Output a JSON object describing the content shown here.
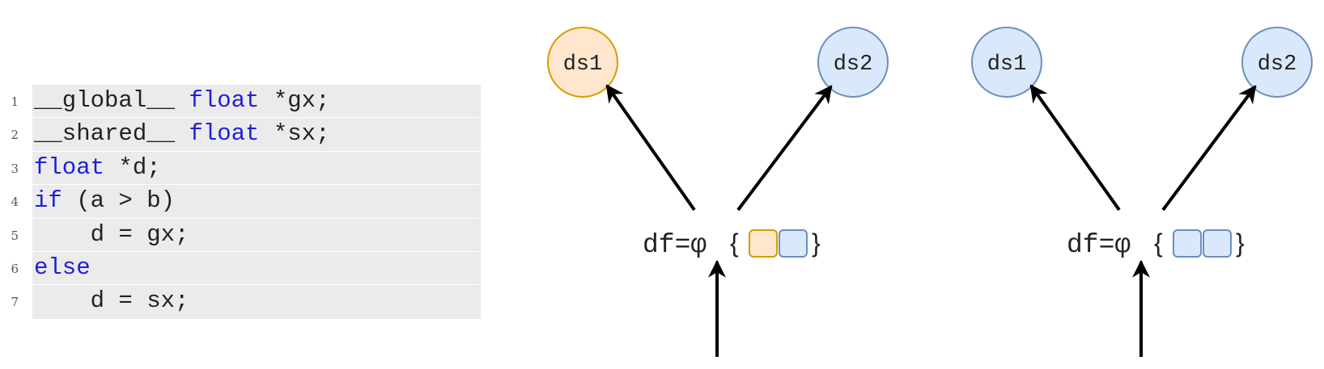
{
  "code": {
    "lines": [
      {
        "num": "1",
        "segments": [
          {
            "text": "__global__ ",
            "kind": "plain"
          },
          {
            "text": "float",
            "kind": "keyword"
          },
          {
            "text": " *gx;",
            "kind": "plain"
          }
        ]
      },
      {
        "num": "2",
        "segments": [
          {
            "text": "__shared__ ",
            "kind": "plain"
          },
          {
            "text": "float",
            "kind": "keyword"
          },
          {
            "text": " *sx;",
            "kind": "plain"
          }
        ]
      },
      {
        "num": "3",
        "segments": [
          {
            "text": "float",
            "kind": "keyword"
          },
          {
            "text": " *d;",
            "kind": "plain"
          }
        ]
      },
      {
        "num": "4",
        "segments": [
          {
            "text": "if",
            "kind": "keyword"
          },
          {
            "text": " (a > b)",
            "kind": "plain"
          }
        ]
      },
      {
        "num": "5",
        "segments": [
          {
            "text": "    d = gx;",
            "kind": "plain"
          }
        ]
      },
      {
        "num": "6",
        "segments": [
          {
            "text": "else",
            "kind": "keyword"
          }
        ]
      },
      {
        "num": "7",
        "segments": [
          {
            "text": "    d = sx;",
            "kind": "plain"
          }
        ]
      }
    ]
  },
  "diagrams": [
    {
      "phi_label": "df=φ",
      "open_brace": "{",
      "close_brace": "}",
      "left_node": {
        "label": "ds1",
        "style": "orange"
      },
      "right_node": {
        "label": "ds2",
        "style": "blue"
      },
      "boxes": [
        "orange",
        "blue"
      ]
    },
    {
      "phi_label": "df=φ",
      "open_brace": "{",
      "close_brace": "}",
      "left_node": {
        "label": "ds1",
        "style": "blue"
      },
      "right_node": {
        "label": "ds2",
        "style": "blue"
      },
      "boxes": [
        "blue",
        "blue"
      ]
    }
  ],
  "colors": {
    "orange_fill": "#ffe6cc",
    "orange_stroke": "#d79b00",
    "blue_fill": "#dae8fc",
    "blue_stroke": "#6c8ebf",
    "keyword": "#1f1fd6",
    "code_background": "#ebebeb",
    "arrow": "#000000"
  }
}
